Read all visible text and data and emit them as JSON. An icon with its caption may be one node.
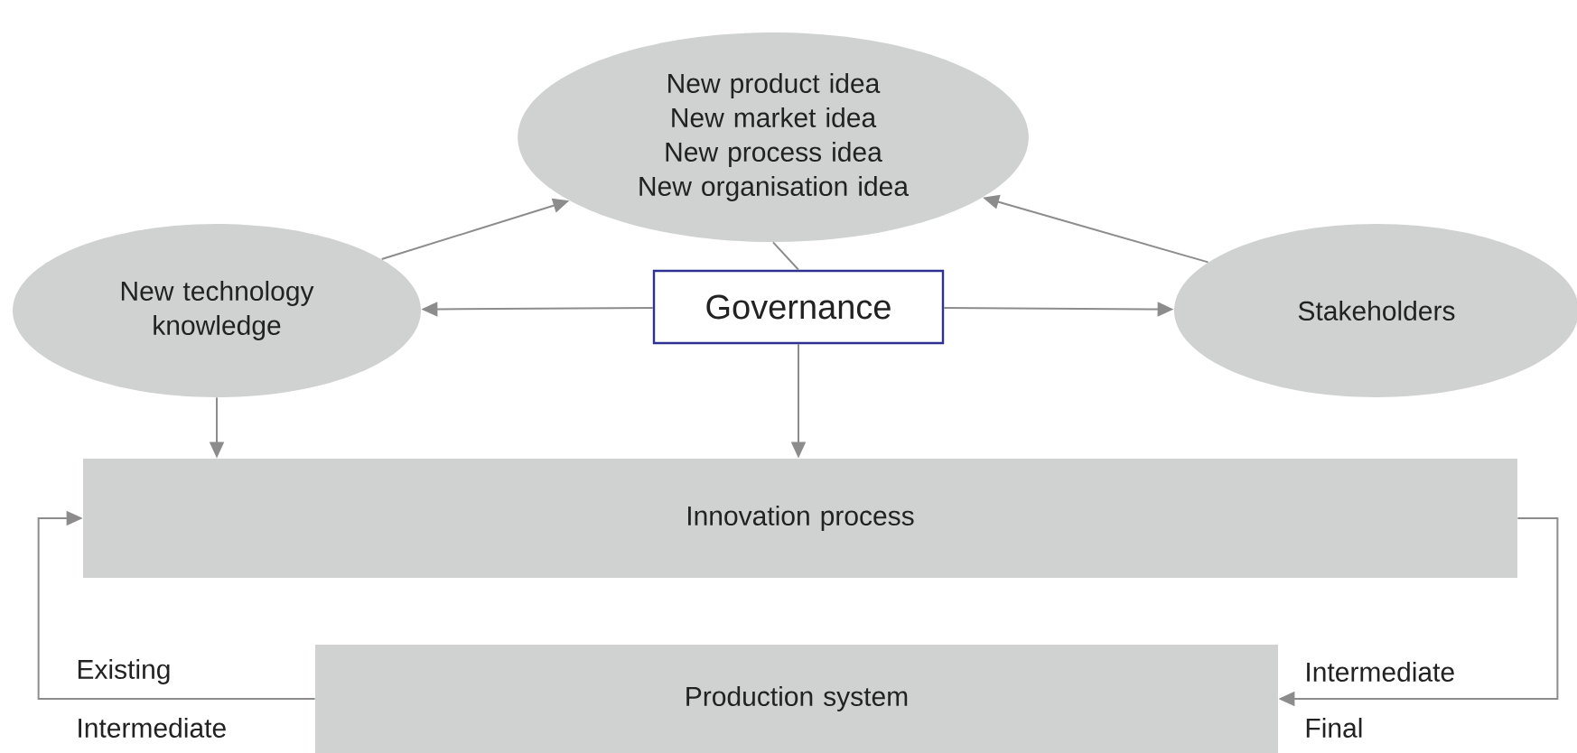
{
  "diagram": {
    "nodes": [
      {
        "text": [
          "New product idea",
          "New market idea",
          "New process idea",
          "New organisation idea"
        ]
      },
      {
        "text": [
          "New technology knowledge"
        ]
      },
      {
        "text": [
          "Governance"
        ]
      },
      {
        "text": [
          "Stakeholders"
        ]
      },
      {
        "text": [
          "Innovation process"
        ]
      },
      {
        "text": [
          "Production system"
        ]
      }
    ],
    "edges": [
      {
        "from": 1,
        "to": 0,
        "arrow": "to"
      },
      {
        "from": 3,
        "to": 0,
        "arrow": "to"
      },
      {
        "from": 2,
        "to": 1,
        "arrow": "to"
      },
      {
        "from": 2,
        "to": 3,
        "arrow": "to"
      },
      {
        "from": 0,
        "to": 2,
        "arrow": "none"
      },
      {
        "from": 2,
        "to": 4,
        "arrow": "to"
      },
      {
        "from": 1,
        "to": 4,
        "arrow": "to"
      },
      {
        "from": 4,
        "to": 5,
        "arrow": "to"
      },
      {
        "from": 5,
        "to": 4,
        "arrow": "to"
      }
    ],
    "labels": [
      "Existing",
      "Intermediate",
      "Intermediate",
      "Final"
    ]
  }
}
